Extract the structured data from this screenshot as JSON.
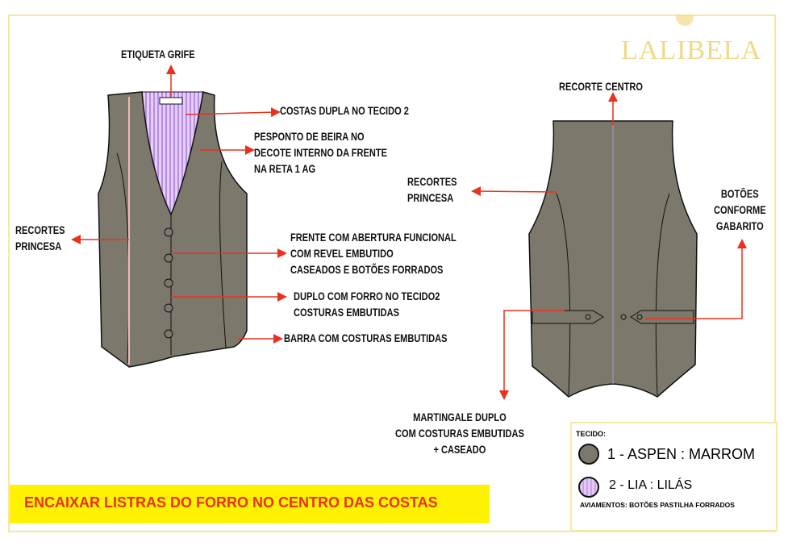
{
  "brand": "LALIBELA",
  "front": {
    "label_tag": "ETIQUETA GRIFE",
    "back_double": "COSTAS DUPLA NO TECIDO 2",
    "topstitch": [
      "PESPONTO DE BEIRA NO",
      "DECOTE INTERNO DA FRENTE",
      "NA RETA 1 AG"
    ],
    "princess": [
      "RECORTES",
      "PRINCESA"
    ],
    "opening": [
      "FRENTE COM ABERTURA FUNCIONAL",
      "COM REVEL EMBUTIDO",
      "CASEADOS E BOTÕES FORRADOS"
    ],
    "lining": [
      "DUPLO COM FORRO NO TECIDO2",
      "COSTURAS EMBUTIDAS"
    ],
    "hem": "BARRA COM COSTURAS EMBUTIDAS"
  },
  "back": {
    "center_seam": "RECORTE CENTRO",
    "princess": [
      "RECORTES",
      "PRINCESA"
    ],
    "buttons": [
      "BOTÕES",
      "CONFORME",
      "GABARITO"
    ],
    "martingale": [
      "MARTINGALE DUPLO",
      "COM COSTURAS EMBUTIDAS",
      "+  CASEADO"
    ]
  },
  "banner": "ENCAIXAR LISTRAS DO FORRO NO CENTRO DAS COSTAS",
  "legend": {
    "title": "TECIDO:",
    "fabric1": "1 - ASPEN : MARROM",
    "fabric2": "2 - LIA : LILÁS",
    "trims": "AVIAMENTOS: BOTÕES PASTILHA FORRADOS"
  },
  "colors": {
    "fabric1": "#7d786c",
    "fabric2": "#d9b8f2",
    "arrow": "#e8321e",
    "banner": "#fef200"
  }
}
